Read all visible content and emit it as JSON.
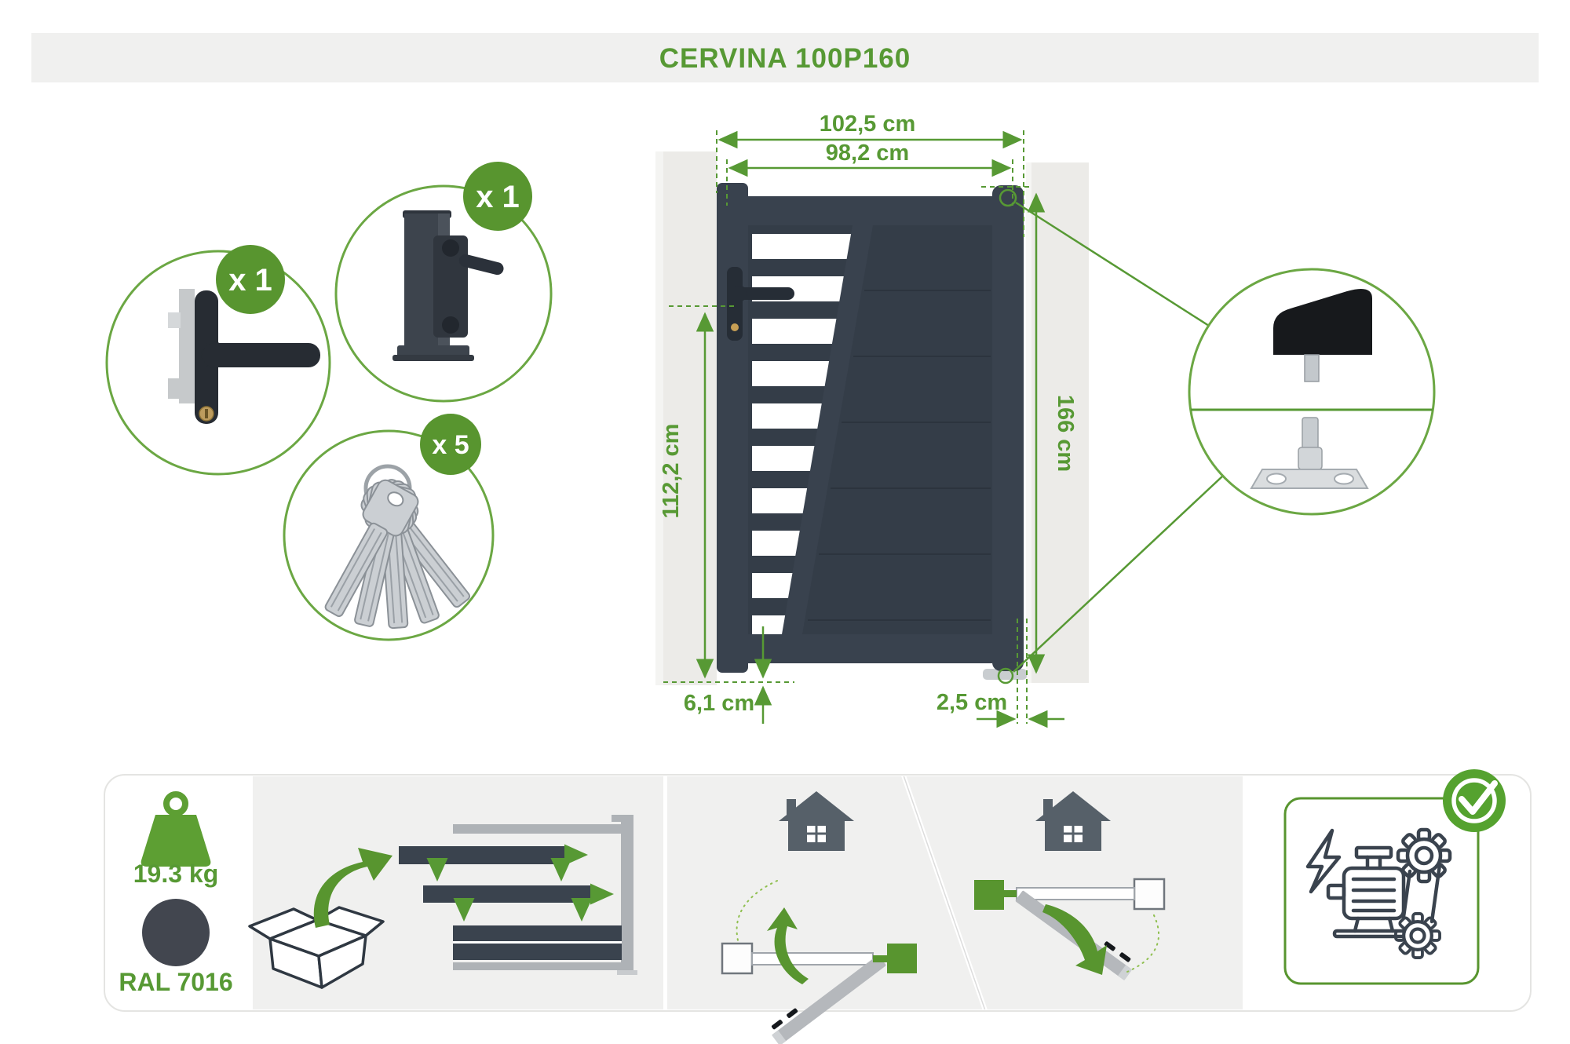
{
  "title": "CERVINA 100P160",
  "accessories": {
    "handle": {
      "name": "handle-with-lock",
      "qty": "x 1"
    },
    "latch": {
      "name": "gate-latch",
      "qty": "x 1"
    },
    "keys": {
      "name": "key-set",
      "qty": "x 5"
    }
  },
  "dimensions": {
    "total_width": "102,5 cm",
    "leaf_width": "98,2 cm",
    "total_height": "166 cm",
    "handle_height": "112,2 cm",
    "ground_clearance": "6,1 cm",
    "side_gap": "2,5 cm"
  },
  "specs": {
    "weight": "19.3 kg",
    "color": "RAL 7016"
  },
  "colors": {
    "green": "#579934",
    "badge_green": "#58952f",
    "gate_dark": "#343d48",
    "ral_7016": "#42464f"
  },
  "icons": {
    "weight": "weight-icon",
    "color_swatch": "color-disc-icon",
    "unboxing": "box-unpack-icon",
    "assembly": "assembly-diagram-icon",
    "opening_left": "gate-opens-hinge-right-icon",
    "opening_right": "gate-opens-hinge-left-icon",
    "automation": "motor-automation-icon",
    "check": "check-icon"
  }
}
